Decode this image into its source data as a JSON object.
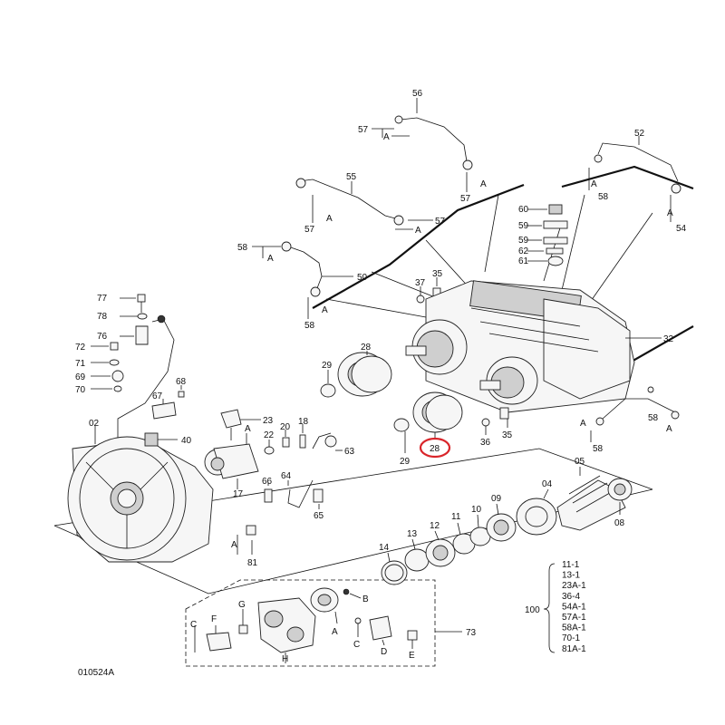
{
  "diagram": {
    "labels": {
      "p56": "56",
      "p57a": "57",
      "p57b": "57",
      "p57c": "57",
      "p57d": "57",
      "p52": "52",
      "p58a": "58",
      "p54": "54",
      "p55": "55",
      "p60": "60",
      "p59a": "59",
      "p59b": "59",
      "p62": "62",
      "p61": "61",
      "p58b": "58",
      "p50": "50",
      "p58c": "58",
      "p37": "37",
      "p35a": "35",
      "p32": "32",
      "p77": "77",
      "p78": "78",
      "p76": "76",
      "p72": "72",
      "p71": "71",
      "p69": "69",
      "p70": "70",
      "p68": "68",
      "p67": "67",
      "p29a": "29",
      "p28a": "28",
      "p28b": "28",
      "p29b": "29",
      "p36": "36",
      "p35b": "35",
      "p58d": "58",
      "p58e": "58",
      "p02": "02",
      "p40": "40",
      "p23": "23",
      "p22": "22",
      "p20": "20",
      "p18": "18",
      "p63": "63",
      "p17": "17",
      "p66": "66",
      "p64": "64",
      "p65": "65",
      "p81": "81",
      "p04": "04",
      "p05": "05",
      "p08": "08",
      "p09": "09",
      "p10": "10",
      "p11": "11",
      "p12": "12",
      "p13": "13",
      "p14": "14",
      "p73": "73",
      "p100": "100",
      "A1": "A",
      "A2": "A",
      "A3": "A",
      "A4": "A",
      "A5": "A",
      "A6": "A",
      "A7": "A",
      "A8": "A",
      "A9": "A",
      "A10": "A",
      "A11": "A",
      "A12": "A",
      "A13": "A",
      "kitB": "B",
      "kitC1": "C",
      "kitC2": "C",
      "kitD": "D",
      "kitE": "E",
      "kitF": "F",
      "kitG": "G",
      "kitH": "H",
      "kitA": "A",
      "drawing_no": "010524A"
    },
    "kit_list": [
      "11-1",
      "13-1",
      "23A-1",
      "36-4",
      "54A-1",
      "57A-1",
      "58A-1",
      "70-1",
      "81A-1"
    ],
    "highlight": {
      "part": "28",
      "color": "#d9252a"
    }
  }
}
